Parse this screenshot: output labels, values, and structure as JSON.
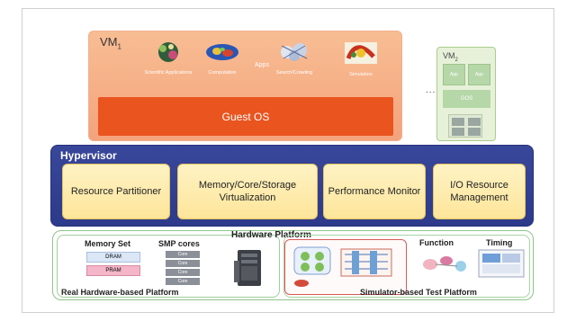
{
  "vm1": {
    "label": "VM",
    "label_sub": "1",
    "apps": [
      {
        "caption": "Scientific Applications",
        "icon": "scientific-app-icon"
      },
      {
        "caption": "Computation",
        "icon": "computation-icon"
      },
      {
        "caption": "Search/Crawling",
        "icon": "search-crawling-icon"
      },
      {
        "caption": "Simulation",
        "icon": "simulation-icon"
      }
    ],
    "apps_label": "Apps",
    "guest_os": "Guest OS"
  },
  "ellipsis": "...",
  "vm2": {
    "label": "VM",
    "label_sub": "2",
    "app1": "App",
    "app2": "App",
    "gos": "GOS"
  },
  "hypervisor": {
    "title": "Hypervisor",
    "boxes": [
      "Resource Partitioner",
      "Memory/Core/Storage Virtualization",
      "Performance Monitor",
      "I/O Resource Management"
    ]
  },
  "hardware": {
    "title": "Hardware Platform",
    "memory_set": "Memory Set",
    "dram": "DRAM",
    "pram": "PRAM",
    "smp_cores": "SMP cores",
    "core": "Core",
    "real_label": "Real Hardware-based Platform",
    "function": "Function",
    "timing": "Timing",
    "sim_label": "Simulator-based Test Platform"
  },
  "colors": {
    "vm1_bg": "#f4a37c",
    "guest_os": "#e9541f",
    "hypervisor": "#2d3a8b",
    "hypervisor_box": "#fde59a",
    "vm2_bg": "#e7f1d9",
    "hardware_border": "#8ec48a"
  }
}
